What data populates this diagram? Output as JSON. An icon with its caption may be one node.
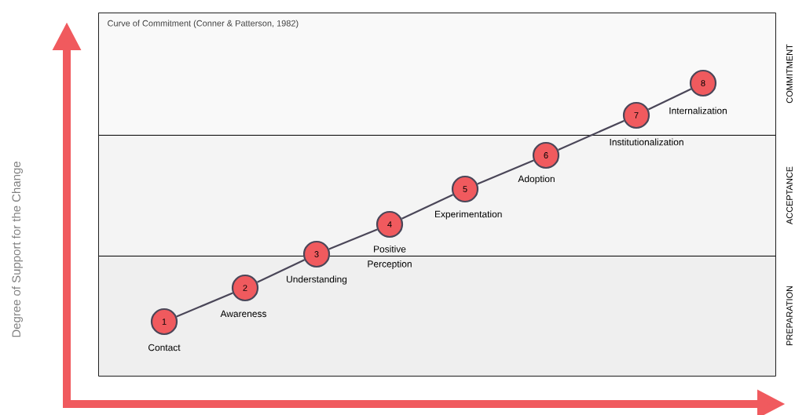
{
  "diagram": {
    "title": "Curve of Commitment (Conner & Patterson, 1982)",
    "nodes": [
      {
        "text": [
          "COMMITMENT"
        ]
      },
      {
        "text": [
          "ACCEPTANCE"
        ]
      },
      {
        "text": [
          "PREPARATION"
        ]
      },
      {
        "text": [
          "1"
        ],
        "beside": [
          "Contact"
        ],
        "in": 2
      },
      {
        "text": [
          "2"
        ],
        "beside": [
          "Awareness"
        ],
        "in": 2
      },
      {
        "text": [
          "3"
        ],
        "beside": [
          "Understanding"
        ]
      },
      {
        "text": [
          "4"
        ],
        "beside": [
          "Positive Perception"
        ],
        "in": 1
      },
      {
        "text": [
          "5"
        ],
        "beside": [
          "Experimentation"
        ],
        "in": 1
      },
      {
        "text": [
          "6"
        ],
        "beside": [
          "Adoption"
        ],
        "in": 1
      },
      {
        "text": [
          "7"
        ],
        "beside": [
          "Institutionalization"
        ],
        "in": 0
      },
      {
        "text": [
          "8"
        ],
        "beside": [
          "Internalization"
        ],
        "in": 0
      }
    ],
    "edges": [
      {
        "from": 3,
        "to": 4,
        "arrow": "none"
      },
      {
        "from": 4,
        "to": 5,
        "arrow": "none"
      },
      {
        "from": 5,
        "to": 6,
        "arrow": "none"
      },
      {
        "from": 6,
        "to": 7,
        "arrow": "none"
      },
      {
        "from": 7,
        "to": 8,
        "arrow": "none"
      },
      {
        "from": 8,
        "to": 9,
        "arrow": "none"
      },
      {
        "from": 9,
        "to": 10,
        "arrow": "none"
      }
    ],
    "labels": [
      "Degree of Support for the Change"
    ]
  }
}
